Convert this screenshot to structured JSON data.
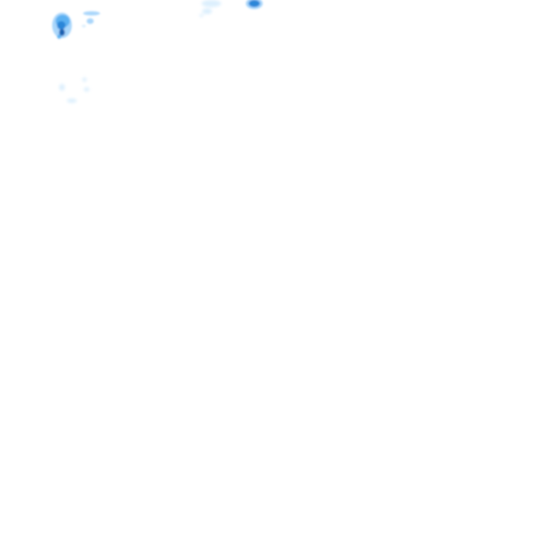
{
  "map": {
    "layer": "precipitation-radar",
    "background_color": "#ffffff",
    "palette": {
      "very_light": "#dceffd",
      "light": "#a9d6fb",
      "medium": "#5cb1f2",
      "strong": "#2a86d8",
      "heavy": "#155fb0"
    },
    "cells": [
      {
        "name": "cell-northwest",
        "intensity": "heavy"
      },
      {
        "name": "cell-northwest-east",
        "intensity": "light"
      },
      {
        "name": "cell-north-center",
        "intensity": "very_light"
      },
      {
        "name": "cell-north-east",
        "intensity": "strong"
      },
      {
        "name": "cell-west-ring",
        "intensity": "very_light"
      }
    ]
  }
}
